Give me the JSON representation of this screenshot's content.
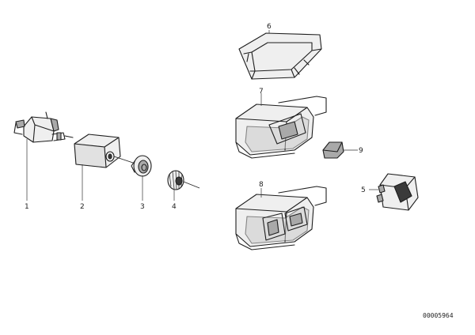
{
  "callouts": {
    "c1": "1",
    "c2": "2",
    "c3": "3",
    "c4": "4",
    "c5": "5",
    "c6": "6",
    "c7": "7",
    "c8": "8",
    "c9": "9"
  },
  "document_id": "00005964",
  "colors": {
    "ink": "#1e1e1e",
    "shade": "#a9a9a9",
    "background": "#ffffff"
  }
}
